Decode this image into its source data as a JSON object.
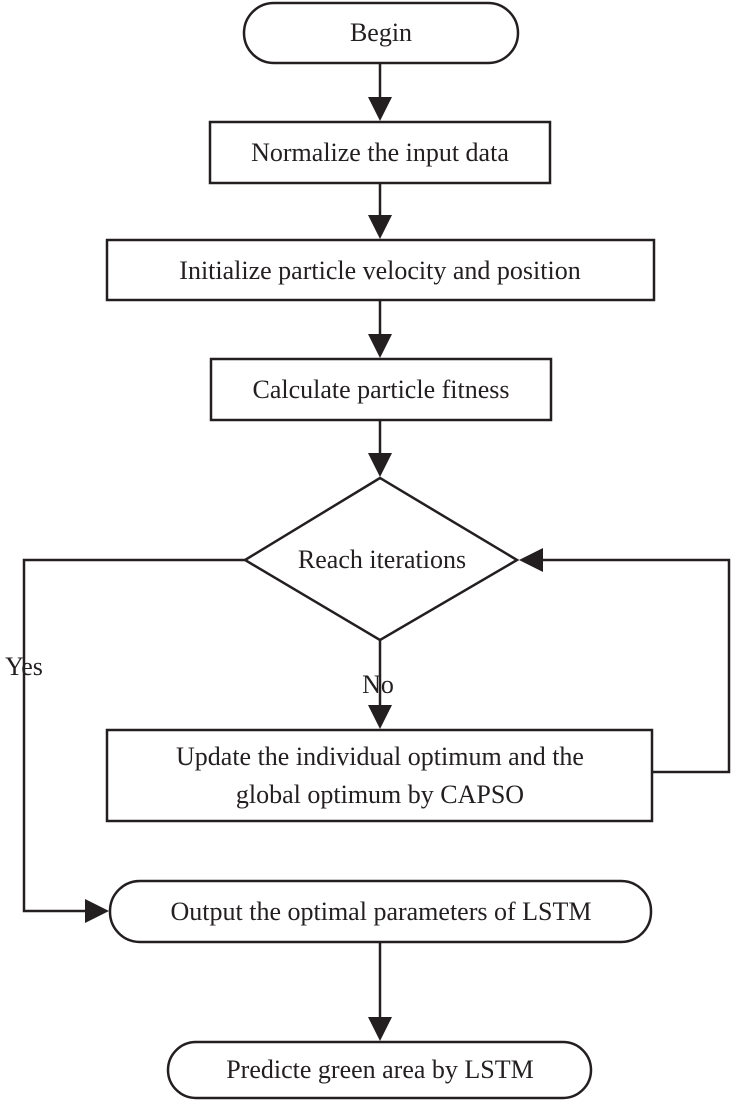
{
  "diagram": {
    "nodes": {
      "begin": {
        "label": "Begin",
        "shape": "terminal"
      },
      "normalize": {
        "label": "Normalize the input data",
        "shape": "process"
      },
      "initialize": {
        "label": "Initialize particle velocity and position",
        "shape": "process"
      },
      "fitness": {
        "label": "Calculate particle fitness",
        "shape": "process"
      },
      "decision": {
        "label": "Reach iterations",
        "shape": "decision"
      },
      "update": {
        "label_line1": "Update the individual optimum and the",
        "label_line2": "global optimum by CAPSO",
        "shape": "process"
      },
      "output": {
        "label": "Output the optimal parameters of LSTM",
        "shape": "terminal"
      },
      "predict": {
        "label": "Predicte green area by LSTM",
        "shape": "terminal"
      }
    },
    "edge_labels": {
      "yes": "Yes",
      "no": "No"
    },
    "colors": {
      "stroke": "#231f20",
      "fill": "#ffffff",
      "text": "#231f20"
    }
  }
}
